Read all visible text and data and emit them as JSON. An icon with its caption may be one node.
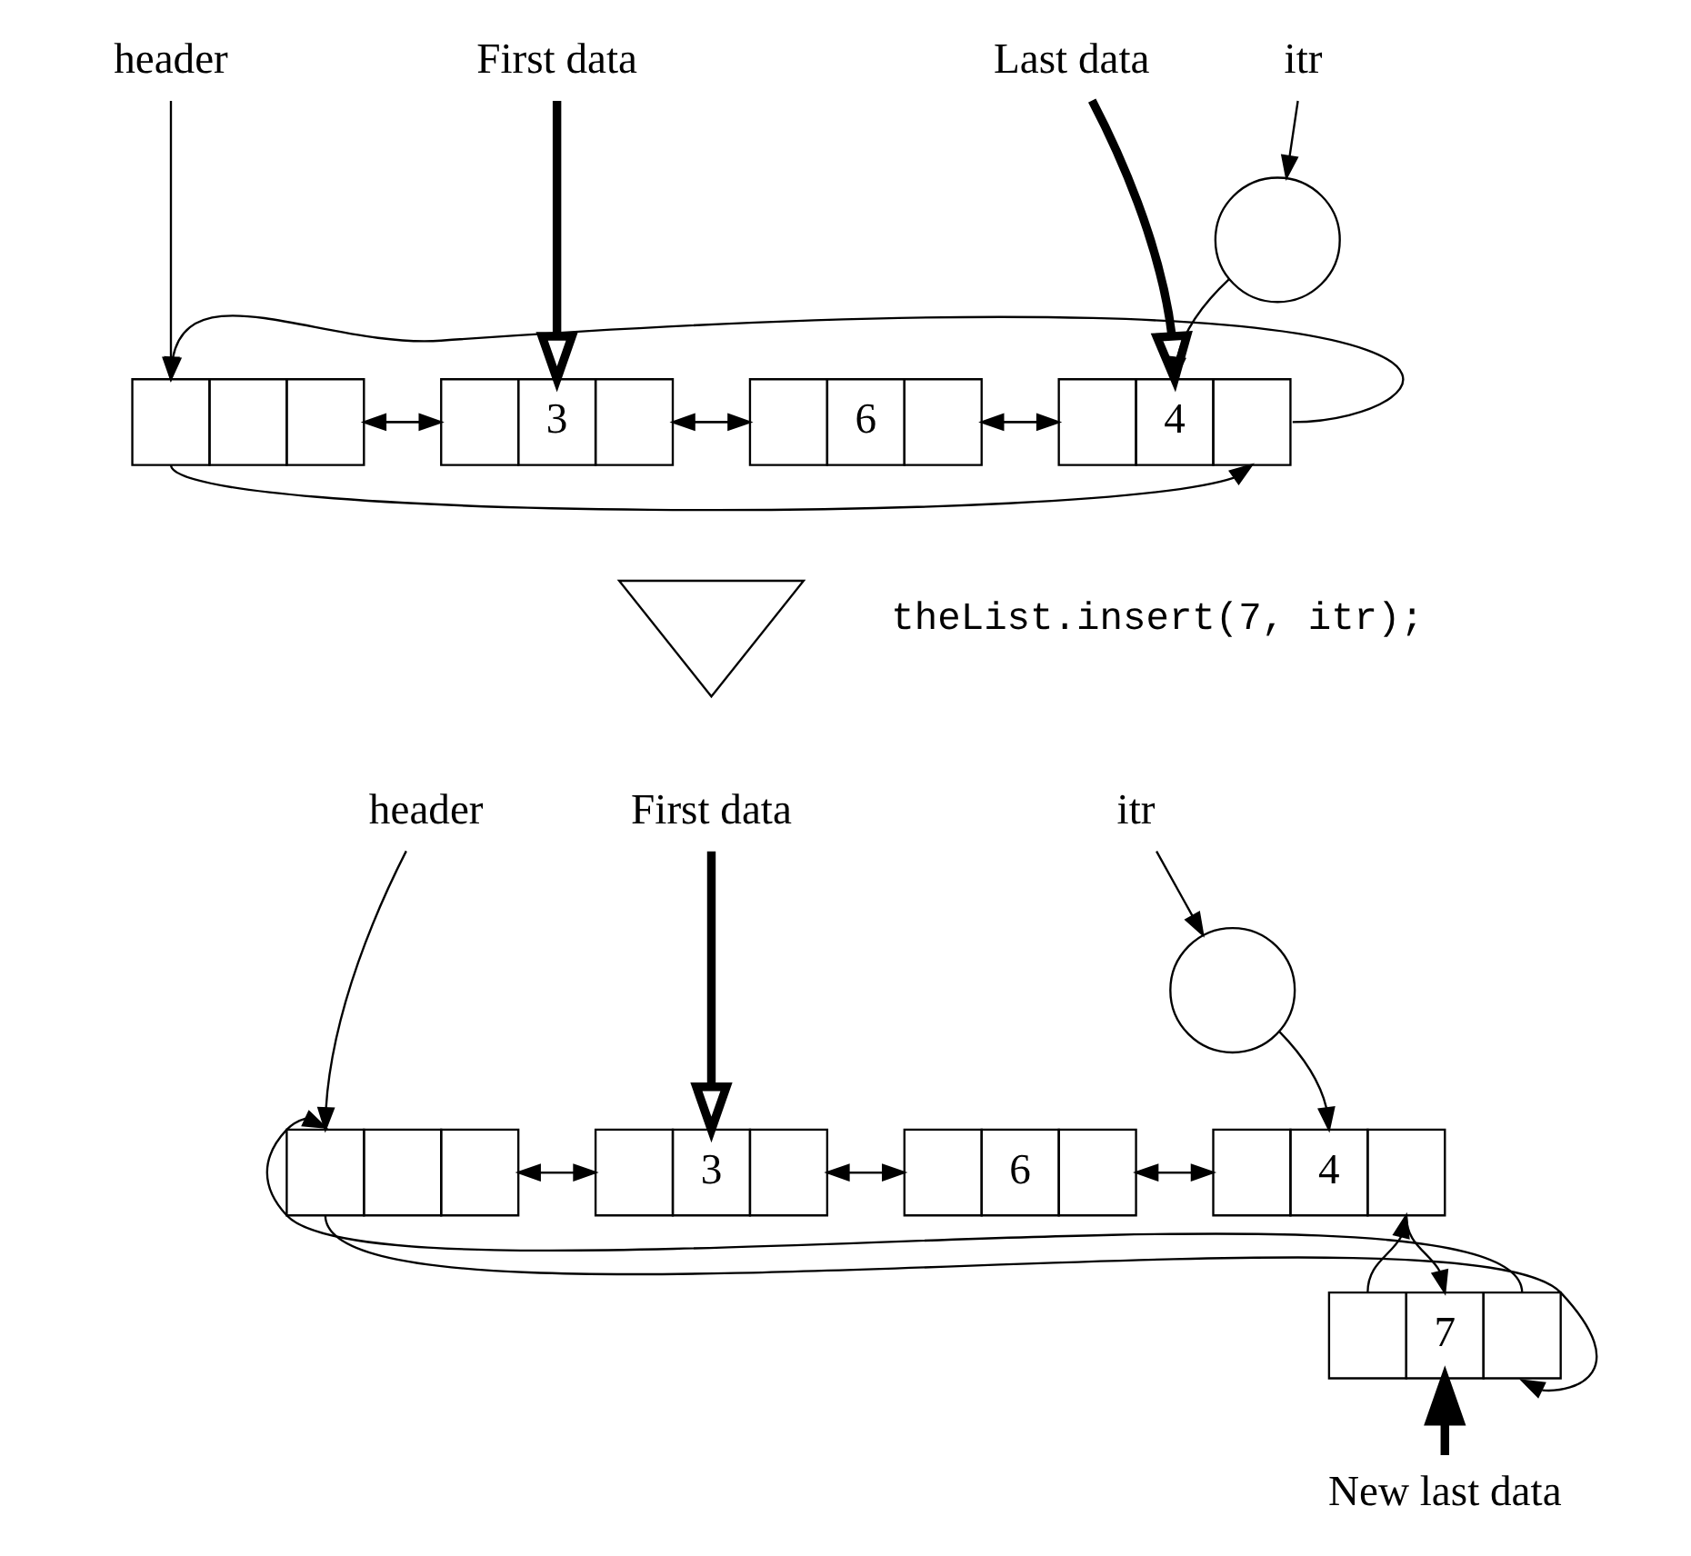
{
  "diagram": {
    "nodes": [
      {
        "text": [
          "header"
        ]
      },
      {
        "text": [
          "First data"
        ]
      },
      {
        "text": [
          "Last data"
        ]
      },
      {
        "text": [
          "itr"
        ]
      },
      {
        "text": [],
        "shape": "circle"
      },
      {
        "text": [],
        "shape": "box"
      },
      {
        "text": [
          "3"
        ]
      },
      {
        "text": [
          "6"
        ]
      },
      {
        "text": [
          "4"
        ]
      },
      {
        "text": [],
        "shape": "arrow",
        "beside": [
          "theList.insert(7, itr);"
        ]
      },
      {
        "text": [
          "header"
        ]
      },
      {
        "text": [
          "First data"
        ]
      },
      {
        "text": [
          "itr"
        ]
      },
      {
        "text": [],
        "shape": "circle"
      },
      {
        "text": [],
        "shape": "box"
      },
      {
        "text": [
          "3"
        ]
      },
      {
        "text": [
          "6"
        ]
      },
      {
        "text": [
          "4"
        ]
      },
      {
        "text": [
          "7"
        ]
      },
      {
        "text": [
          "New last data"
        ]
      }
    ],
    "edges": [
      {
        "from": 0,
        "to": 5,
        "arrow": "to"
      },
      {
        "from": 1,
        "to": 6,
        "arrow": "to",
        "style": "thick"
      },
      {
        "from": 2,
        "to": 8,
        "arrow": "to",
        "style": "thick"
      },
      {
        "from": 3,
        "to": 4,
        "arrow": "to"
      },
      {
        "from": 4,
        "to": 8,
        "arrow": "to"
      },
      {
        "from": 5,
        "to": 6,
        "arrow": "to"
      },
      {
        "from": 6,
        "to": 5,
        "arrow": "to"
      },
      {
        "from": 6,
        "to": 7,
        "arrow": "to"
      },
      {
        "from": 7,
        "to": 6,
        "arrow": "to"
      },
      {
        "from": 7,
        "to": 8,
        "arrow": "to"
      },
      {
        "from": 8,
        "to": 7,
        "arrow": "to"
      },
      {
        "from": 8,
        "to": 5,
        "arrow": "to"
      },
      {
        "from": 5,
        "to": 8,
        "arrow": "to"
      },
      {
        "from": 10,
        "to": 14,
        "arrow": "to"
      },
      {
        "from": 11,
        "to": 15,
        "arrow": "to",
        "style": "thick"
      },
      {
        "from": 12,
        "to": 13,
        "arrow": "to"
      },
      {
        "from": 13,
        "to": 17,
        "arrow": "to"
      },
      {
        "from": 14,
        "to": 15,
        "arrow": "to"
      },
      {
        "from": 15,
        "to": 14,
        "arrow": "to"
      },
      {
        "from": 15,
        "to": 16,
        "arrow": "to"
      },
      {
        "from": 16,
        "to": 15,
        "arrow": "to"
      },
      {
        "from": 16,
        "to": 17,
        "arrow": "to"
      },
      {
        "from": 17,
        "to": 16,
        "arrow": "to"
      },
      {
        "from": 17,
        "to": 18,
        "arrow": "to"
      },
      {
        "from": 18,
        "to": 17,
        "arrow": "to"
      },
      {
        "from": 18,
        "to": 14,
        "arrow": "to"
      },
      {
        "from": 14,
        "to": 18,
        "arrow": "to"
      },
      {
        "from": 19,
        "to": 18,
        "arrow": "to",
        "style": "thick"
      }
    ]
  }
}
